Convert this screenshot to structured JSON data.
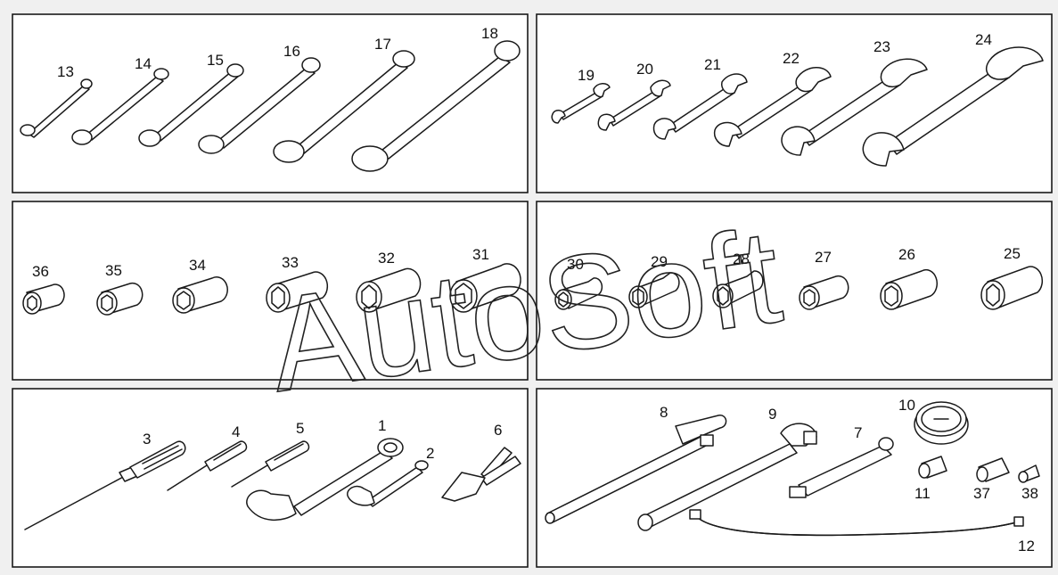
{
  "watermark": "AutoSoft",
  "panels": [
    {
      "id": "double-ring-wrenches",
      "items": [
        {
          "label": "13"
        },
        {
          "label": "14"
        },
        {
          "label": "15"
        },
        {
          "label": "16"
        },
        {
          "label": "17"
        },
        {
          "label": "18"
        }
      ]
    },
    {
      "id": "open-end-wrenches",
      "items": [
        {
          "label": "19"
        },
        {
          "label": "20"
        },
        {
          "label": "21"
        },
        {
          "label": "22"
        },
        {
          "label": "23"
        },
        {
          "label": "24"
        }
      ]
    },
    {
      "id": "sockets-left",
      "items": [
        {
          "label": "36"
        },
        {
          "label": "35"
        },
        {
          "label": "34"
        },
        {
          "label": "33"
        },
        {
          "label": "32"
        },
        {
          "label": "31"
        }
      ]
    },
    {
      "id": "sockets-right",
      "items": [
        {
          "label": "30"
        },
        {
          "label": "29"
        },
        {
          "label": "28"
        },
        {
          "label": "27"
        },
        {
          "label": "26"
        },
        {
          "label": "25"
        }
      ]
    },
    {
      "id": "hand-tools",
      "items": [
        {
          "label": "3"
        },
        {
          "label": "4"
        },
        {
          "label": "5"
        },
        {
          "label": "1"
        },
        {
          "label": "2"
        },
        {
          "label": "6"
        }
      ]
    },
    {
      "id": "drive-tools",
      "items": [
        {
          "label": "8"
        },
        {
          "label": "9"
        },
        {
          "label": "10"
        },
        {
          "label": "7"
        },
        {
          "label": "11"
        },
        {
          "label": "37"
        },
        {
          "label": "38"
        },
        {
          "label": "12"
        }
      ]
    }
  ]
}
